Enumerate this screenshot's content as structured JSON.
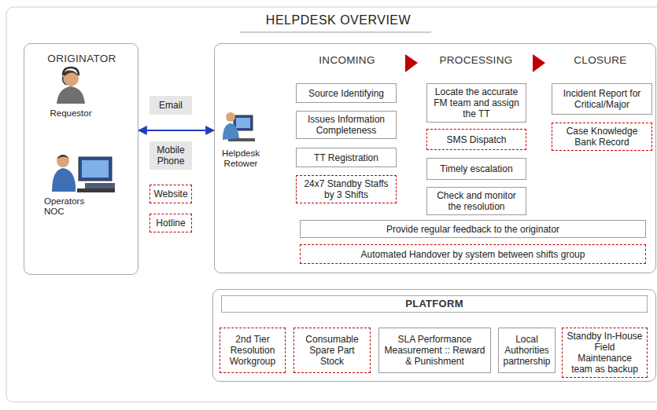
{
  "diagram": {
    "title": "HELPDESK OVERVIEW",
    "nodes": [
      {
        "text": [
          "ORIGINATOR"
        ]
      },
      {
        "text": [
          "Email"
        ]
      },
      {
        "text": [
          "Mobile Phone"
        ]
      },
      {
        "text": [
          "Website"
        ]
      },
      {
        "text": [
          "Hotline"
        ]
      },
      {
        "text": [
          "INCOMING",
          "PROCESSING",
          "CLOSURE"
        ]
      },
      {
        "text": [
          "Source Identifying"
        ],
        "in": 5
      },
      {
        "text": [
          "Issues Information Completeness"
        ],
        "in": 5
      },
      {
        "text": [
          "TT Registration"
        ],
        "in": 5
      },
      {
        "text": [
          "24x7 Standby Staffs by 3 Shifts"
        ],
        "in": 5
      },
      {
        "text": [
          "Locate the accurate FM team and assign the TT"
        ],
        "in": 5
      },
      {
        "text": [
          "SMS Dispatch"
        ],
        "in": 5
      },
      {
        "text": [
          "Timely escalation"
        ],
        "in": 5
      },
      {
        "text": [
          "Check and monitor the resolution"
        ],
        "in": 5
      },
      {
        "text": [
          "Incident Report for Critical/Major"
        ],
        "in": 5
      },
      {
        "text": [
          "Case Knowledge Bank Record"
        ],
        "in": 5
      },
      {
        "text": [
          "Provide regular feedback to the originator"
        ],
        "in": 5
      },
      {
        "text": [
          "Automated Handover by system between shifts group"
        ],
        "in": 5
      },
      {
        "text": [
          "PLATFORM"
        ]
      },
      {
        "text": [
          "2nd Tier Resolution Workgroup"
        ],
        "in": 18
      },
      {
        "text": [
          "Consumable Spare Part Stock"
        ],
        "in": 18
      },
      {
        "text": [
          "SLA Performance Measurement :: Reward & Punishment"
        ],
        "in": 18
      },
      {
        "text": [
          "Local Authorities partnership"
        ],
        "in": 18
      },
      {
        "text": [
          "Standby In-House Field Maintenance team as backup"
        ],
        "in": 18
      }
    ],
    "edges": [
      {
        "from": 0,
        "to": 5,
        "arrow": "both"
      }
    ],
    "labels": [
      "Requestor",
      "Operators NOC",
      "Helpdesk Retower"
    ]
  }
}
